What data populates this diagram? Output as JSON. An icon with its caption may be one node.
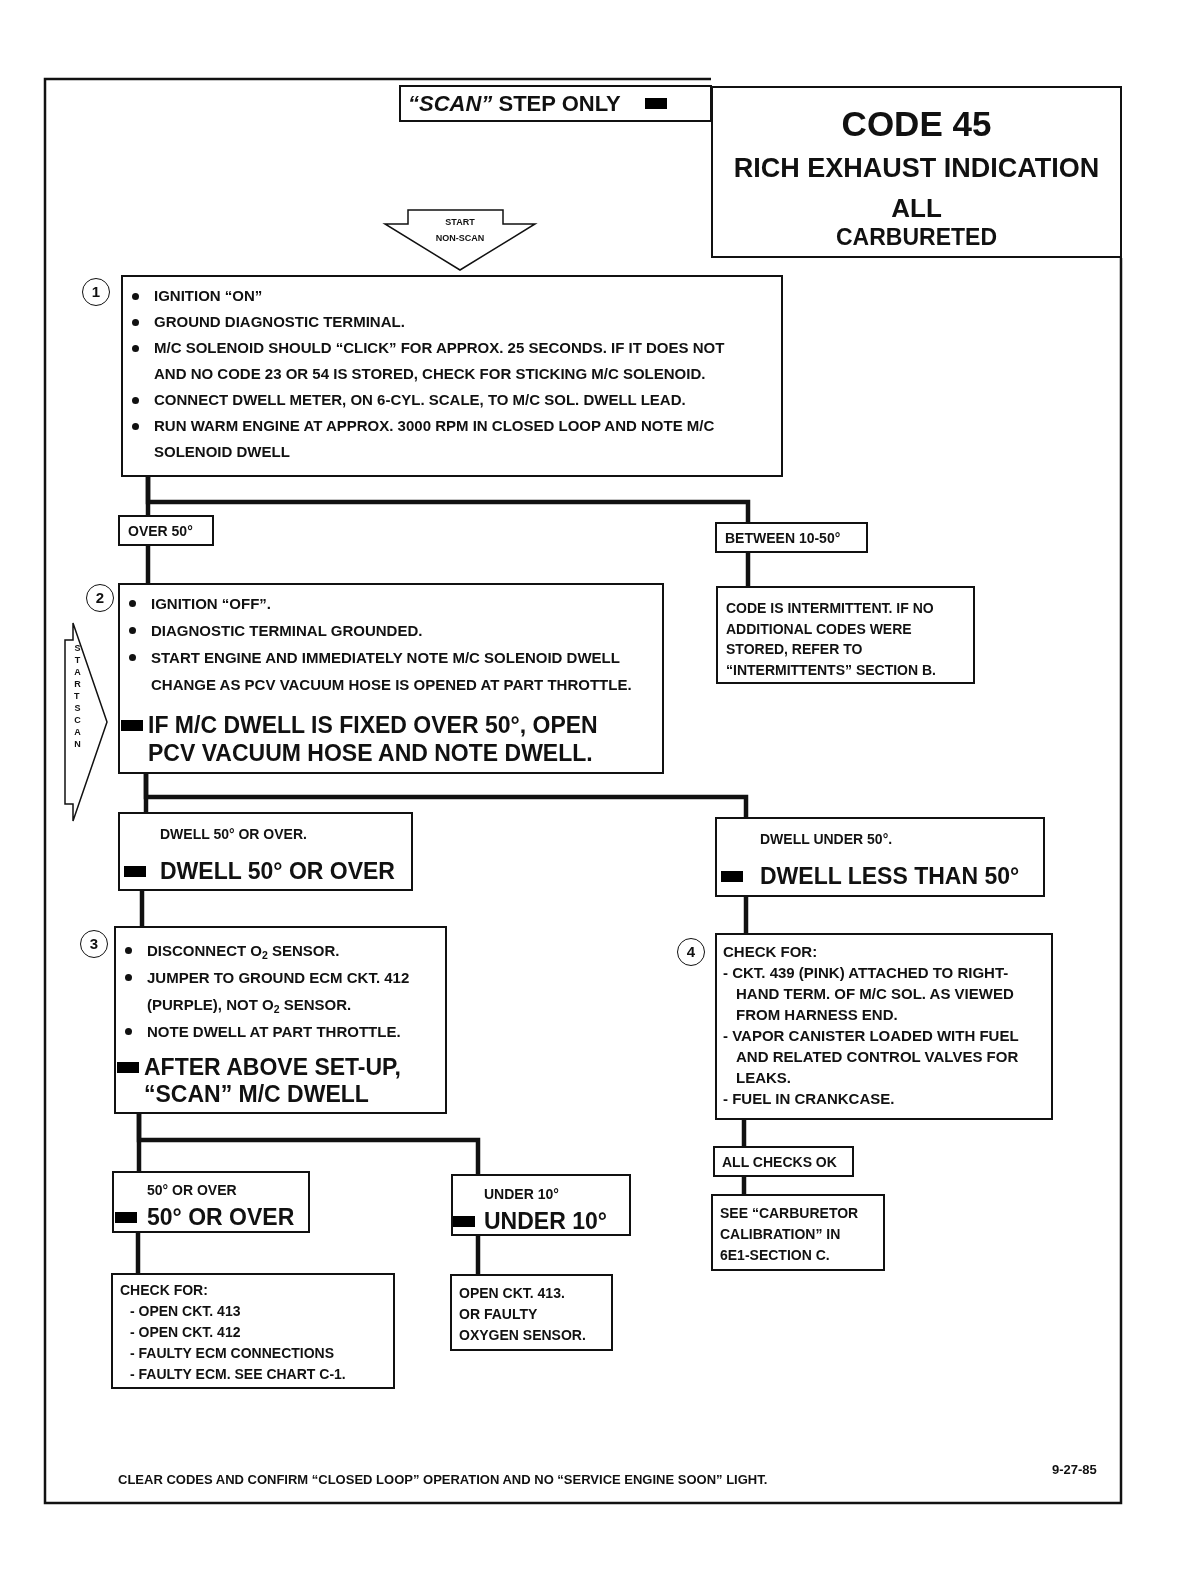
{
  "diagram": {
    "nodes": [
      {
        "text": [
          "CODE 45",
          "RICH EXHAUST INDICATION",
          "ALL",
          "CARBURETED"
        ]
      },
      {
        "text": [
          "START NON-SCAN"
        ]
      },
      {
        "text": [
          "IGNITION “ON”",
          "GROUND DIAGNOSTIC TERMINAL.",
          "M/C SOLENOID SHOULD “CLICK” FOR APPROX. 25 SECONDS. IF IT DOES NOT AND NO CODE 23 OR 54 IS STORED, CHECK FOR STICKING M/C SOLENOID.",
          "CONNECT DWELL METER, ON 6-CYL. SCALE, TO M/C SOL. DWELL LEAD.",
          "RUN WARM ENGINE AT APPROX. 3000 RPM IN CLOSED LOOP AND NOTE M/C SOLENOID DWELL"
        ],
        "beside": [
          "1"
        ]
      },
      {
        "text": [
          "OVER 50°"
        ]
      },
      {
        "text": [
          "BETWEEN 10-50°"
        ]
      },
      {
        "text": [
          "START SCAN"
        ]
      },
      {
        "text": [
          "IGNITION “OFF”.",
          "DIAGNOSTIC TERMINAL GROUNDED.",
          "START ENGINE AND IMMEDIATELY NOTE M/C SOLENOID DWELL CHANGE AS PCV VACUUM HOSE IS OPENED AT PART THROTTLE.",
          "IF M/C DWELL IS FIXED OVER 50°, OPEN PCV VACUUM HOSE AND NOTE DWELL."
        ],
        "beside": [
          "2"
        ]
      },
      {
        "text": [
          "CODE IS INTERMITTENT. IF NO ADDITIONAL CODES WERE STORED, REFER TO “INTERMITTENTS” SECTION B."
        ]
      },
      {
        "text": [
          "DWELL 50° OR OVER.",
          "DWELL 50° OR OVER"
        ]
      },
      {
        "text": [
          "DWELL UNDER 50°.",
          "DWELL LESS THAN 50°"
        ]
      },
      {
        "text": [
          "DISCONNECT O$_{2}$ SENSOR.",
          "JUMPER TO GROUND ECM CKT. 412 (PURPLE), NOT O$_{2}$ SENSOR.",
          "NOTE DWELL AT PART THROTTLE.",
          "AFTER ABOVE SET-UP, “SCAN” M/C DWELL"
        ],
        "beside": [
          "3"
        ]
      },
      {
        "text": [
          "CHECK FOR:",
          "- CKT. 439 (PINK) ATTACHED TO RIGHT-HAND TERM. OF M/C SOL. AS VIEWED FROM HARNESS END.",
          "- VAPOR CANISTER LOADED WITH FUEL AND RELATED CONTROL VALVES FOR LEAKS.",
          "- FUEL IN CRANKCASE."
        ],
        "beside": [
          "4"
        ]
      },
      {
        "text": [
          "ALL CHECKS OK"
        ]
      },
      {
        "text": [
          "50° OR OVER",
          "50° OR OVER"
        ]
      },
      {
        "text": [
          "UNDER 10°",
          "UNDER 10°"
        ]
      },
      {
        "text": [
          "SEE “CARBURETOR CALIBRATION” IN 6E1-SECTION C."
        ]
      },
      {
        "text": [
          "CHECK FOR:",
          "- OPEN CKT. 413",
          "- OPEN CKT. 412",
          "- FAULTY ECM CONNECTIONS",
          "- FAULTY ECM. SEE CHART C-1."
        ]
      },
      {
        "text": [
          "OPEN CKT. 413. OR FAULTY OXYGEN SENSOR."
        ]
      }
    ],
    "edges": [
      {
        "from": 2,
        "to": 3,
        "arrow": "none"
      },
      {
        "from": 2,
        "to": 4,
        "arrow": "none"
      },
      {
        "from": 3,
        "to": 6,
        "arrow": "none"
      },
      {
        "from": 4,
        "to": 7,
        "arrow": "none"
      },
      {
        "from": 6,
        "to": 8,
        "arrow": "none"
      },
      {
        "from": 6,
        "to": 9,
        "arrow": "none"
      },
      {
        "from": 8,
        "to": 10,
        "arrow": "none"
      },
      {
        "from": 9,
        "to": 11,
        "arrow": "none"
      },
      {
        "from": 10,
        "to": 13,
        "arrow": "none"
      },
      {
        "from": 10,
        "to": 14,
        "arrow": "none"
      },
      {
        "from": 11,
        "to": 12,
        "arrow": "none"
      },
      {
        "from": 12,
        "to": 15,
        "arrow": "none"
      },
      {
        "from": 13,
        "to": 16,
        "arrow": "none"
      },
      {
        "from": 14,
        "to": 17,
        "arrow": "none"
      }
    ],
    "labels": [
      "CLEAR CODES AND CONFIRM “CLOSED LOOP” OPERATION AND NO “SERVICE ENGINE SOON” LIGHT.",
      "9-27-85"
    ],
    "legend": [
      {
        "text": "*“SCAN”* STEP ONLY",
        "color": "#000000"
      }
    ]
  }
}
